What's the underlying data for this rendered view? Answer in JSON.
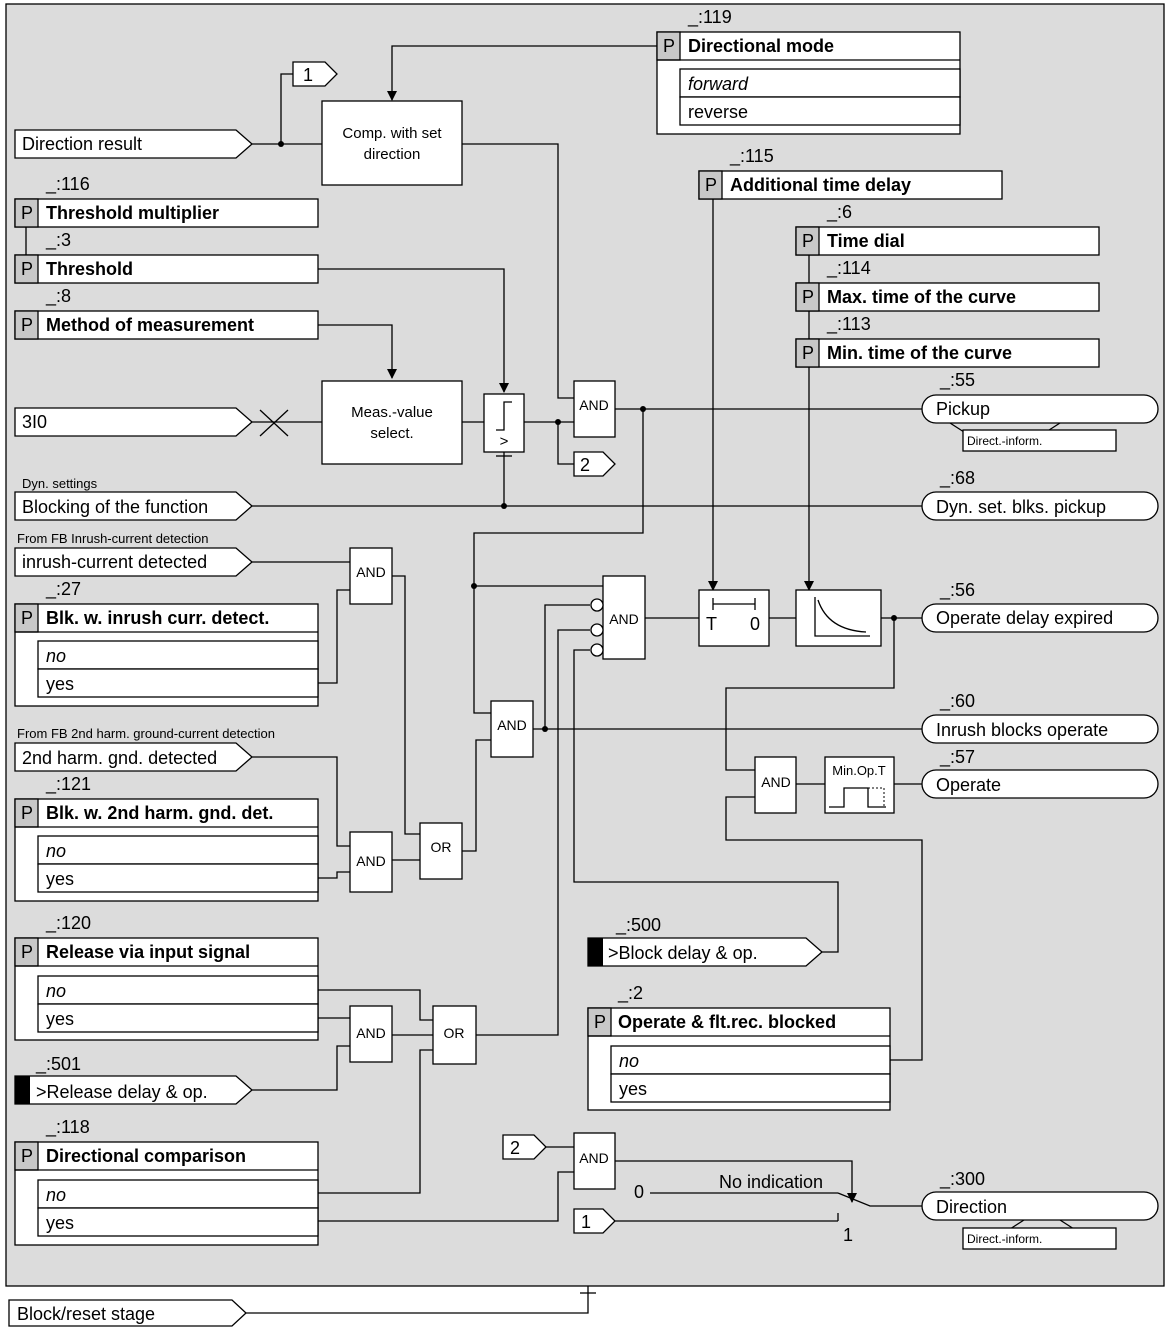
{
  "directional_mode": {
    "id": "_:119",
    "p": "P",
    "title": "Directional mode",
    "options": [
      "forward",
      "reverse"
    ]
  },
  "direction_result": "Direction result",
  "connector_1": "1",
  "connector_2": "2",
  "comp_block": [
    "Comp. with set",
    "direction"
  ],
  "additional_time_delay": {
    "id": "_:115",
    "p": "P",
    "title": "Additional time delay"
  },
  "threshold_multiplier": {
    "id": "_:116",
    "p": "P",
    "title": "Threshold multiplier"
  },
  "threshold": {
    "id": "_:3",
    "p": "P",
    "title": "Threshold"
  },
  "method_of_measurement": {
    "id": "_:8",
    "p": "P",
    "title": "Method of measurement"
  },
  "time_dial": {
    "id": "_:6",
    "p": "P",
    "title": "Time dial"
  },
  "max_time": {
    "id": "_:114",
    "p": "P",
    "title": "Max. time of the curve"
  },
  "min_time": {
    "id": "_:113",
    "p": "P",
    "title": "Min. time of the curve"
  },
  "input_3i0": "3I0",
  "meas_block": [
    "Meas.-value",
    "select."
  ],
  "comparator_symbol": ">",
  "and_label": "AND",
  "or_label": "OR",
  "pickup": {
    "id": "_:55",
    "label": "Pickup",
    "tag": "Direct.-inform."
  },
  "dyn_settings": "Dyn. settings",
  "blocking_function": "Blocking of the function",
  "dyn_blks_pickup": {
    "id": "_:68",
    "label": "Dyn. set. blks. pickup"
  },
  "from_inrush": "From FB Inrush-current detection",
  "inrush_detected": "inrush-current detected",
  "blk_inrush": {
    "id": "_:27",
    "p": "P",
    "title": "Blk. w. inrush curr. detect.",
    "options": [
      "no",
      "yes"
    ]
  },
  "timer": {
    "t": "T",
    "zero": "0"
  },
  "operate_delay_expired": {
    "id": "_:56",
    "label": "Operate delay expired"
  },
  "inrush_blocks_operate": {
    "id": "_:60",
    "label": "Inrush blocks operate"
  },
  "operate": {
    "id": "_:57",
    "label": "Operate"
  },
  "min_op_t": "Min.Op.T",
  "from_2nd_harm": "From FB 2nd harm. ground-current detection",
  "harm_detected": "2nd harm. gnd. detected",
  "blk_2nd_harm": {
    "id": "_:121",
    "p": "P",
    "title": "Blk. w. 2nd harm. gnd. det.",
    "options": [
      "no",
      "yes"
    ]
  },
  "release_via_input": {
    "id": "_:120",
    "p": "P",
    "title": "Release via input signal",
    "options": [
      "no",
      "yes"
    ]
  },
  "block_delay": {
    "id": "_:500",
    "label": ">Block delay & op."
  },
  "release_delay": {
    "id": "_:501",
    "label": ">Release delay & op."
  },
  "operate_flt_blocked": {
    "id": "_:2",
    "p": "P",
    "title": "Operate & flt.rec. blocked",
    "options": [
      "no",
      "yes"
    ]
  },
  "directional_comparison": {
    "id": "_:118",
    "p": "P",
    "title": "Directional comparison",
    "options": [
      "no",
      "yes"
    ]
  },
  "no_indication": "No indication",
  "switch_0": "0",
  "switch_1": "1",
  "direction_out": {
    "id": "_:300",
    "label": "Direction",
    "tag": "Direct.-inform."
  },
  "block_reset_stage": "Block/reset stage"
}
